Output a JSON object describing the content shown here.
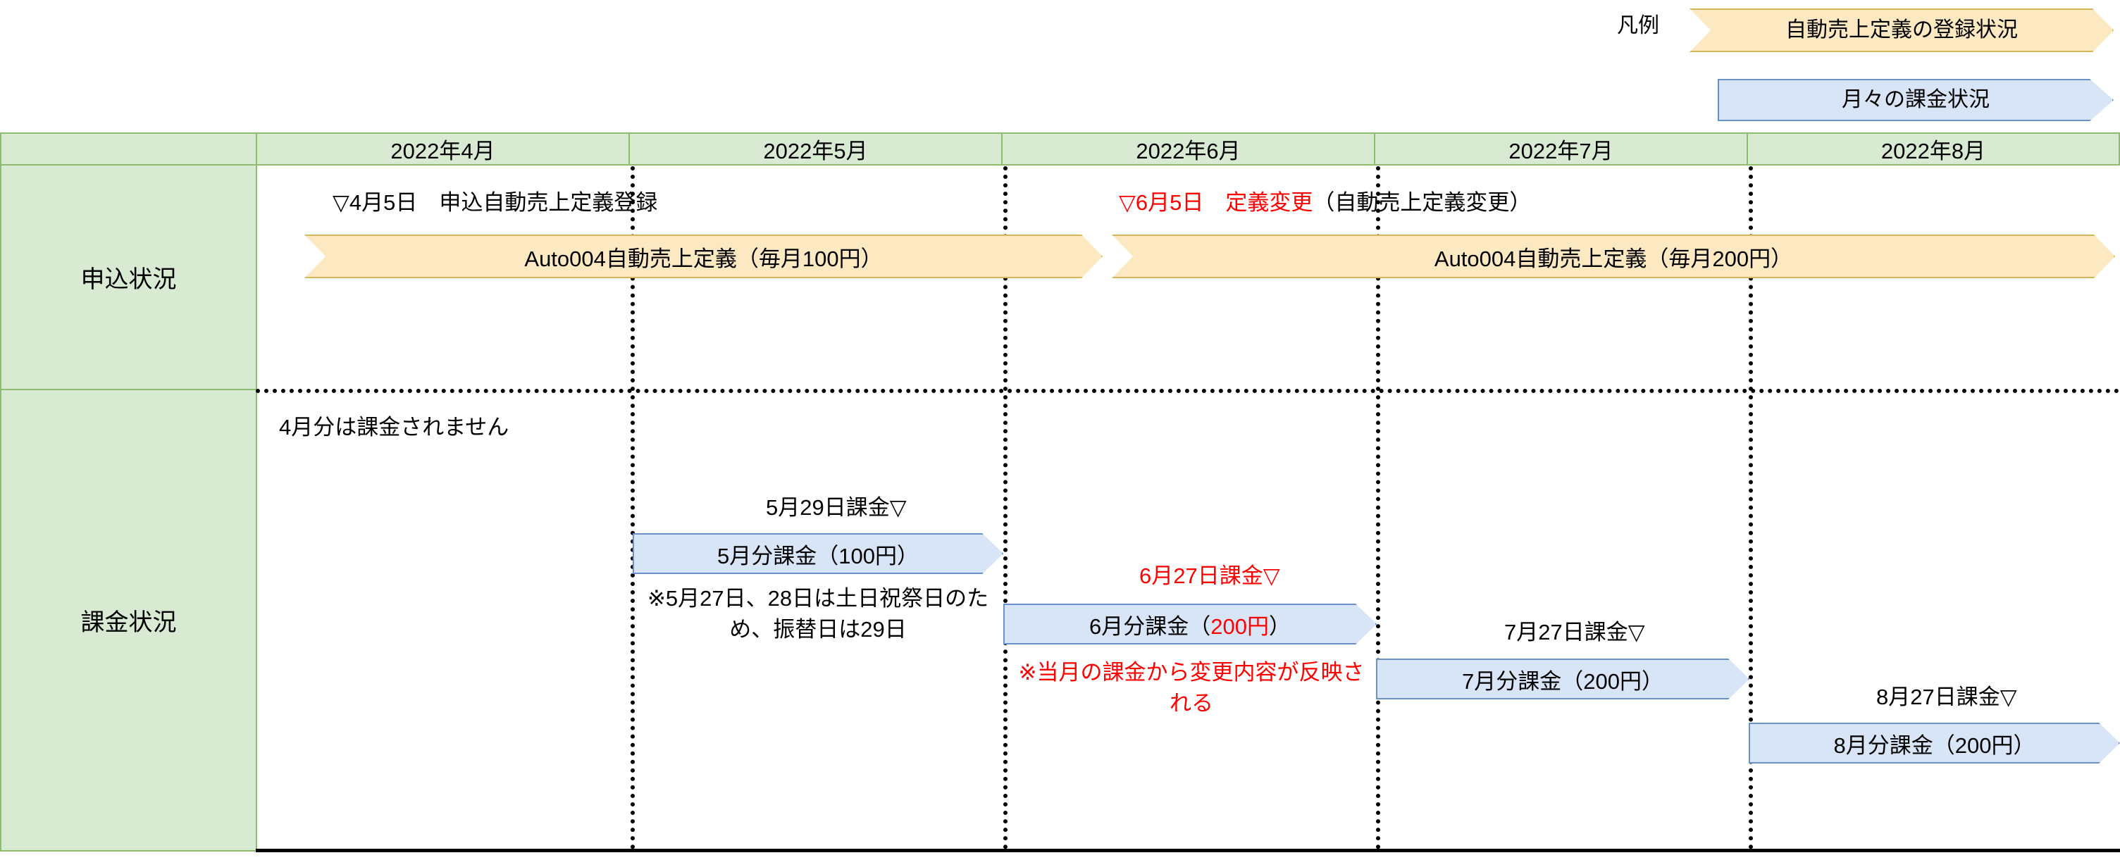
{
  "legend": {
    "label": "凡例",
    "items": [
      {
        "text": "自動売上定義の登録状況",
        "shape": "chevron",
        "color": "#fce9c2"
      },
      {
        "text": "月々の課金状況",
        "shape": "arrow",
        "color": "#d8e5f7"
      }
    ]
  },
  "table": {
    "corner_label": "",
    "columns": [
      "2022年4月",
      "2022年5月",
      "2022年6月",
      "2022年7月",
      "2022年8月"
    ],
    "rows": [
      {
        "label": "申込状況"
      },
      {
        "label": "課金状況"
      }
    ]
  },
  "application_row": {
    "note_apr": "▽4月5日　申込自動売上定義登録",
    "note_jun_red": "▽6月5日　定義変更",
    "note_jun_black": "（自動売上定義変更）",
    "bar1": "Auto004自動売上定義（毎月100円）",
    "bar2": "Auto004自動売上定義（毎月200円）"
  },
  "billing_row": {
    "apr_note": "4月分は課金されません",
    "may_mark": "5月29日課金▽",
    "may_bar": "5月分課金（100円）",
    "may_footnote": "※5月27日、28日は土日祝祭日のため、振替日は29日",
    "jun_mark": "6月27日課金▽",
    "jun_bar_black": "6月分課金（",
    "jun_bar_red": "200円",
    "jun_bar_tail": "）",
    "jun_footnote": "※当月の課金から変更内容が反映される",
    "jul_mark": "7月27日課金▽",
    "jul_bar": "7月分課金（200円）",
    "aug_mark": "8月27日課金▽",
    "aug_bar": "8月分課金（200円）"
  },
  "colors": {
    "header_green_fill": "#d9ead3",
    "header_green_border": "#8fbc6e",
    "auto_fill": "#fce9c2",
    "auto_border": "#d6b758",
    "billing_fill": "#d8e5f7",
    "billing_border": "#6b92c8",
    "highlight_red": "#ff0000"
  }
}
